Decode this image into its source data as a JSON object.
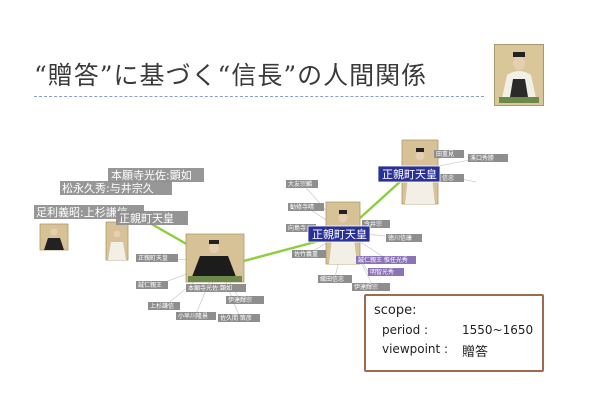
{
  "slide": {
    "title": "“贈答”に基づく“信長”の人間関係"
  },
  "scope": {
    "heading": "scope:",
    "period_label": "period :",
    "period_value": "1550~1650",
    "viewpoint_label": "viewpoint :",
    "viewpoint_value": "贈答"
  },
  "graph": {
    "colors": {
      "edge_main": "#8ccf3a",
      "edge_minor": "#c8c8c8",
      "node_gray": "#8e8e8e",
      "node_purple": "#8c72b6",
      "node_blue": "#2a3196",
      "portrait_frame": "#b09a6a"
    },
    "gray_labels": [
      {
        "id": "n-kennyo",
        "text": "本願寺光佐:顕如"
      },
      {
        "id": "n-matsunaga",
        "text": "松永久秀:与井宗久"
      },
      {
        "id": "n-ashikaga",
        "text": "足利義昭:上杉謙信"
      },
      {
        "id": "n-ogimachi-l",
        "text": "正親町天皇"
      },
      {
        "id": "n-seishin-1",
        "text": "正親町天皇"
      },
      {
        "id": "n-seishin-2",
        "text": "誠仁親王"
      },
      {
        "id": "n-uesugi",
        "text": "上杉謙信"
      },
      {
        "id": "n-kobayakawa",
        "text": "小早川隆景"
      },
      {
        "id": "n-hongan2",
        "text": "本願寺光佐:顕如"
      },
      {
        "id": "n-date",
        "text": "伊達輝宗"
      },
      {
        "id": "n-sakuma",
        "text": "佐久間 策彦"
      },
      {
        "id": "n-otomo",
        "text": "大友宗麟"
      },
      {
        "id": "n-kutsuki",
        "text": "勧修寺晴"
      },
      {
        "id": "n-mukou",
        "text": "向島寺"
      },
      {
        "id": "n-sasaki",
        "text": "佐竹義重"
      },
      {
        "id": "n-oda",
        "text": "織田信忠"
      },
      {
        "id": "n-date2",
        "text": "伊達輝宗"
      },
      {
        "id": "n-tokugawa",
        "text": "徳川信康"
      },
      {
        "id": "n-imai",
        "text": "今井宗"
      },
      {
        "id": "n-tamon",
        "text": "田重見"
      },
      {
        "id": "n-shintaku",
        "text": "信忠"
      },
      {
        "id": "n-keiguchi",
        "text": "溪口秀勝"
      }
    ],
    "purple_labels": [
      {
        "id": "n-seijin",
        "text": "誠仁親王 惟任光秀"
      },
      {
        "id": "n-akechi",
        "text": "明智光秀"
      }
    ],
    "blue_labels": [
      {
        "id": "n-ogimachi-c",
        "text": "正親町天皇"
      },
      {
        "id": "n-ogimachi-r",
        "text": "正親町天皇"
      }
    ]
  }
}
